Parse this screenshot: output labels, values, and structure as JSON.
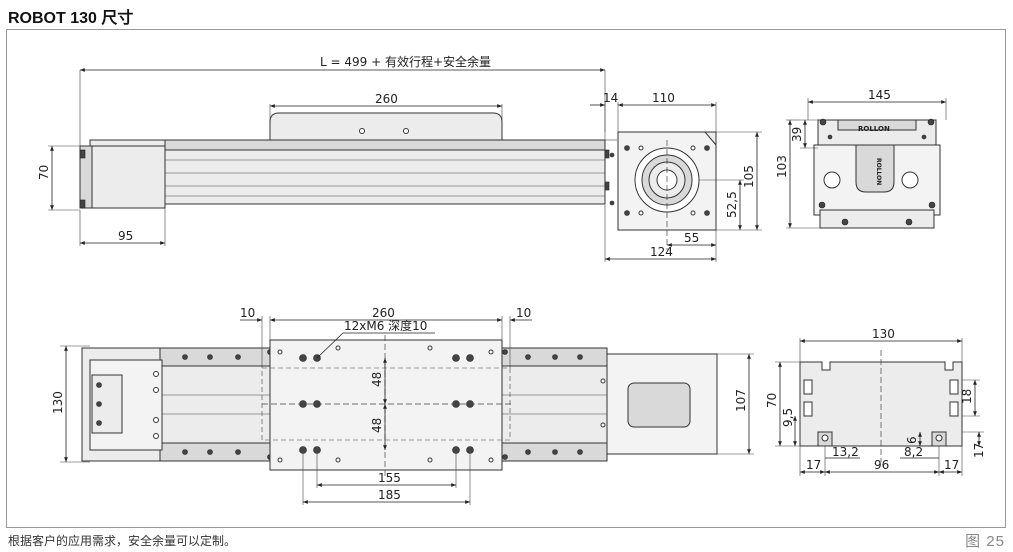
{
  "title": "ROBOT 130 尺寸",
  "footer_note": "根据客户的应用需求，安全余量可以定制。",
  "figure_label": "图  25",
  "logo_text": "ROLLON",
  "top_view": {
    "length_label": "L = 499 + 有效行程+安全余量",
    "carriage_len": "260",
    "height": "70",
    "motor_len": "95"
  },
  "end_view": {
    "offset": "14",
    "plate_w": "110",
    "plate_h": "105",
    "shaft_h": "52,5",
    "shaft_x": "55",
    "total_w": "124"
  },
  "section_view": {
    "width": "145",
    "carriage_h": "39",
    "total_h": "103"
  },
  "plan_view": {
    "margin_left": "10",
    "carriage_len": "260",
    "margin_right": "10",
    "hole_note": "12xM6 深度10",
    "spacing_y1": "48",
    "spacing_y2": "48",
    "hole_span_inner": "155",
    "hole_span_outer": "185",
    "width": "130",
    "motor_h": "107"
  },
  "profile_view": {
    "width": "130",
    "height": "70",
    "slot_pos": "9,5",
    "slot_h": "18",
    "slot_w": "6",
    "slot_x1": "13,2",
    "slot_x2": "8,2",
    "edge_left": "17",
    "center": "96",
    "edge_right": "17",
    "edge_bottom": "17"
  }
}
